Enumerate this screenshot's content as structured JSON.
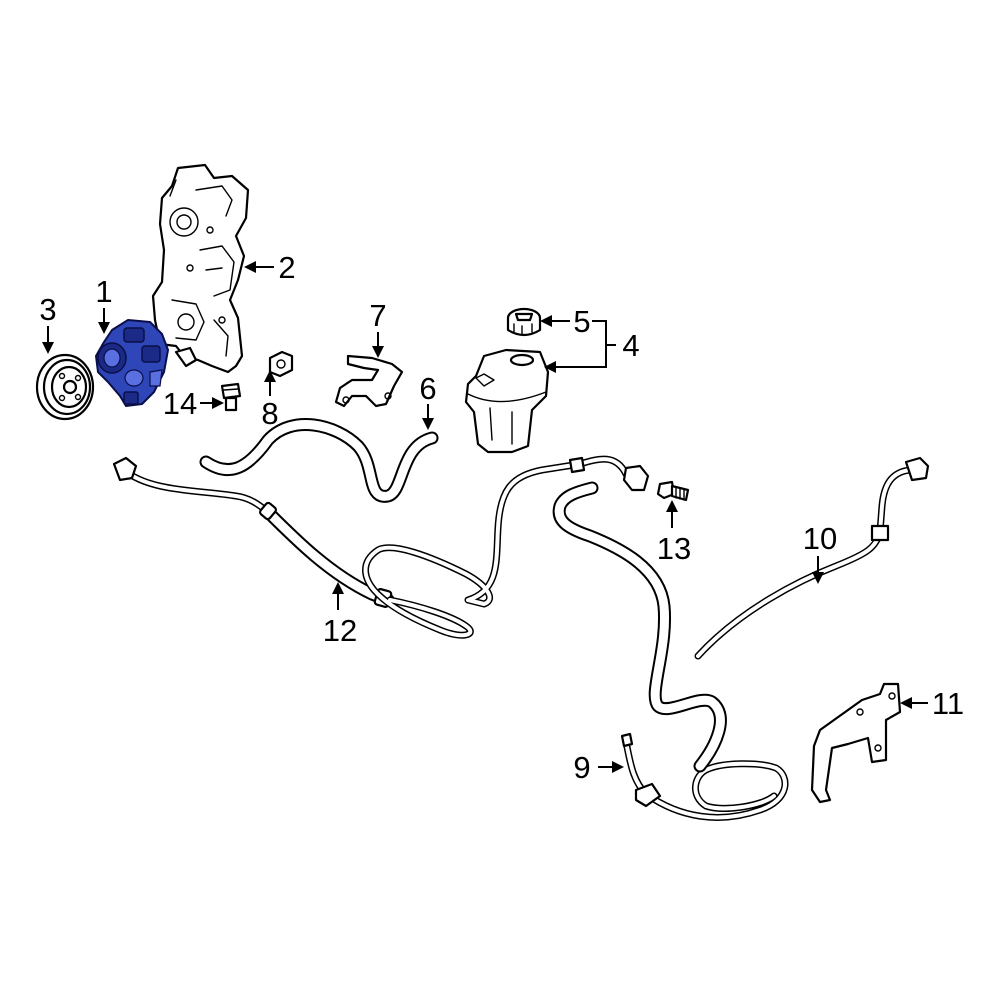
{
  "highlight_color": "#2f46b8",
  "callouts": [
    {
      "id": "1",
      "text": "1"
    },
    {
      "id": "2",
      "text": "2"
    },
    {
      "id": "3",
      "text": "3"
    },
    {
      "id": "4",
      "text": "4"
    },
    {
      "id": "5",
      "text": "5"
    },
    {
      "id": "6",
      "text": "6"
    },
    {
      "id": "7",
      "text": "7"
    },
    {
      "id": "8",
      "text": "8"
    },
    {
      "id": "9",
      "text": "9"
    },
    {
      "id": "10",
      "text": "10"
    },
    {
      "id": "11",
      "text": "11"
    },
    {
      "id": "12",
      "text": "12"
    },
    {
      "id": "13",
      "text": "13"
    },
    {
      "id": "14",
      "text": "14"
    }
  ]
}
